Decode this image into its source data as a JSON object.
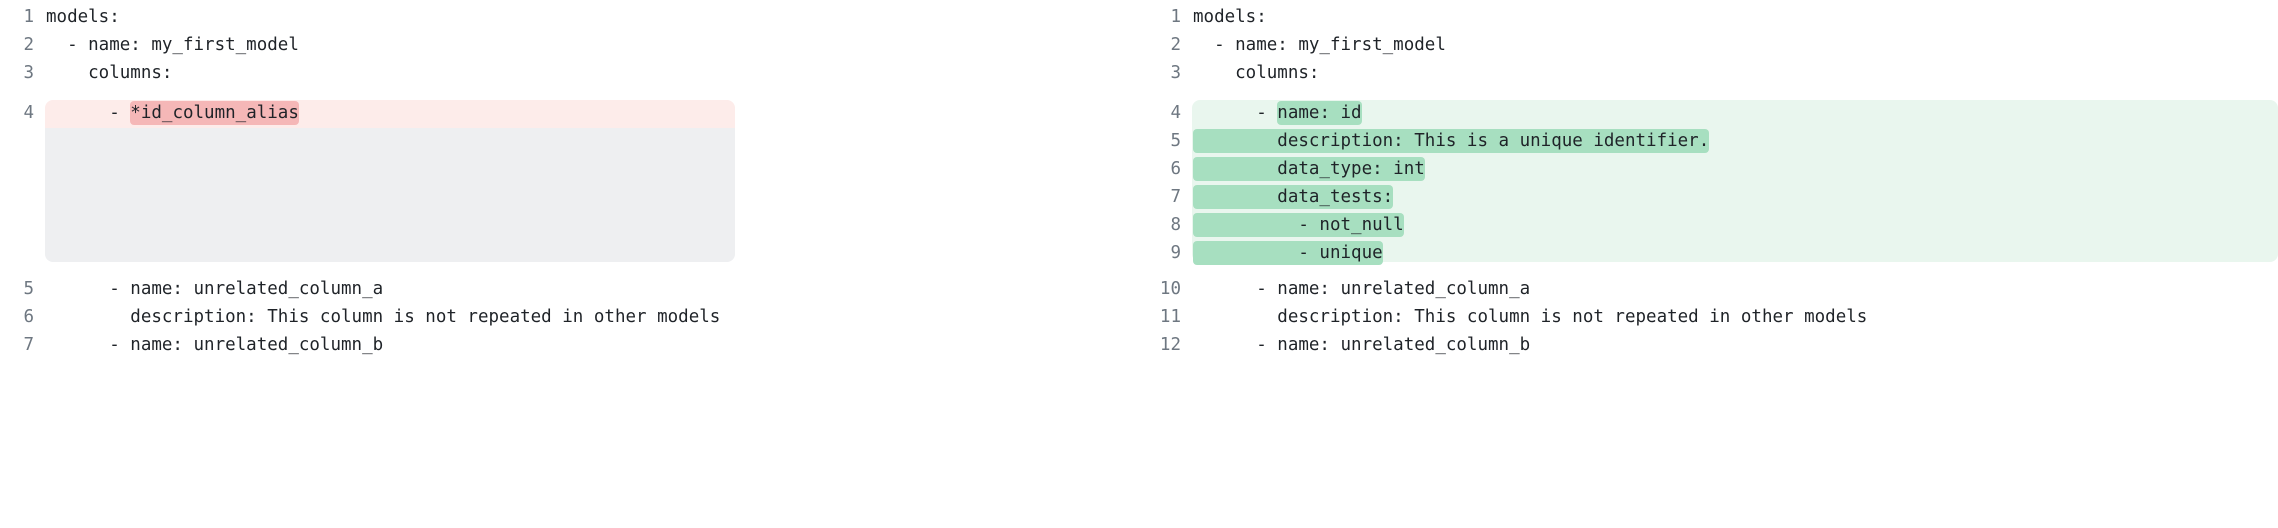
{
  "view": {
    "kind": "side-by-side-code-diff",
    "language": "yaml",
    "colors": {
      "deletion_row_bg": "#fdecea",
      "deletion_word_bg": "#f5b7b7",
      "addition_row_bg": "#e9f6ee",
      "addition_word_bg": "#a7dfc0",
      "spacer_bg": "#eeeff1",
      "line_number": "#6e7781",
      "code_text": "#1f2328",
      "page_bg": "#ffffff"
    }
  },
  "left_pane": {
    "name": "before",
    "lines": [
      {
        "number": "1",
        "text": "models:",
        "type": "context"
      },
      {
        "number": "2",
        "text": "  - name: my_first_model",
        "type": "context"
      },
      {
        "number": "3",
        "text": "    columns:",
        "type": "context"
      },
      {
        "number": "4",
        "prefix": "      - ",
        "highlight": "*id_column_alias",
        "suffix": "",
        "text": "      - *id_column_alias",
        "type": "deletion"
      },
      {
        "number": "5",
        "text": "      - name: unrelated_column_a",
        "type": "context"
      },
      {
        "number": "6",
        "text": "        description: This column is not repeated in other models",
        "type": "context"
      },
      {
        "number": "7",
        "text": "      - name: unrelated_column_b",
        "type": "context"
      }
    ]
  },
  "right_pane": {
    "name": "after",
    "lines": [
      {
        "number": "1",
        "text": "models:",
        "type": "context"
      },
      {
        "number": "2",
        "text": "  - name: my_first_model",
        "type": "context"
      },
      {
        "number": "3",
        "text": "    columns:",
        "type": "context"
      },
      {
        "number": "4",
        "prefix": "      - ",
        "highlight": "name: id",
        "suffix": "",
        "text": "      - name: id",
        "type": "addition"
      },
      {
        "number": "5",
        "prefix": "",
        "highlight": "        description: This is a unique identifier.",
        "suffix": "",
        "text": "        description: This is a unique identifier.",
        "type": "addition"
      },
      {
        "number": "6",
        "prefix": "",
        "highlight": "        data_type: int",
        "suffix": "",
        "text": "        data_type: int",
        "type": "addition"
      },
      {
        "number": "7",
        "prefix": "",
        "highlight": "        data_tests:",
        "suffix": "",
        "text": "        data_tests:",
        "type": "addition"
      },
      {
        "number": "8",
        "prefix": "",
        "highlight": "          - not_null",
        "suffix": "",
        "text": "          - not_null",
        "type": "addition"
      },
      {
        "number": "9",
        "prefix": "",
        "highlight": "          - unique",
        "suffix": "",
        "text": "          - unique",
        "type": "addition"
      },
      {
        "number": "10",
        "text": "      - name: unrelated_column_a",
        "type": "context"
      },
      {
        "number": "11",
        "text": "        description: This column is not repeated in other models",
        "type": "context"
      },
      {
        "number": "12",
        "text": "      - name: unrelated_column_b",
        "type": "context"
      }
    ]
  }
}
